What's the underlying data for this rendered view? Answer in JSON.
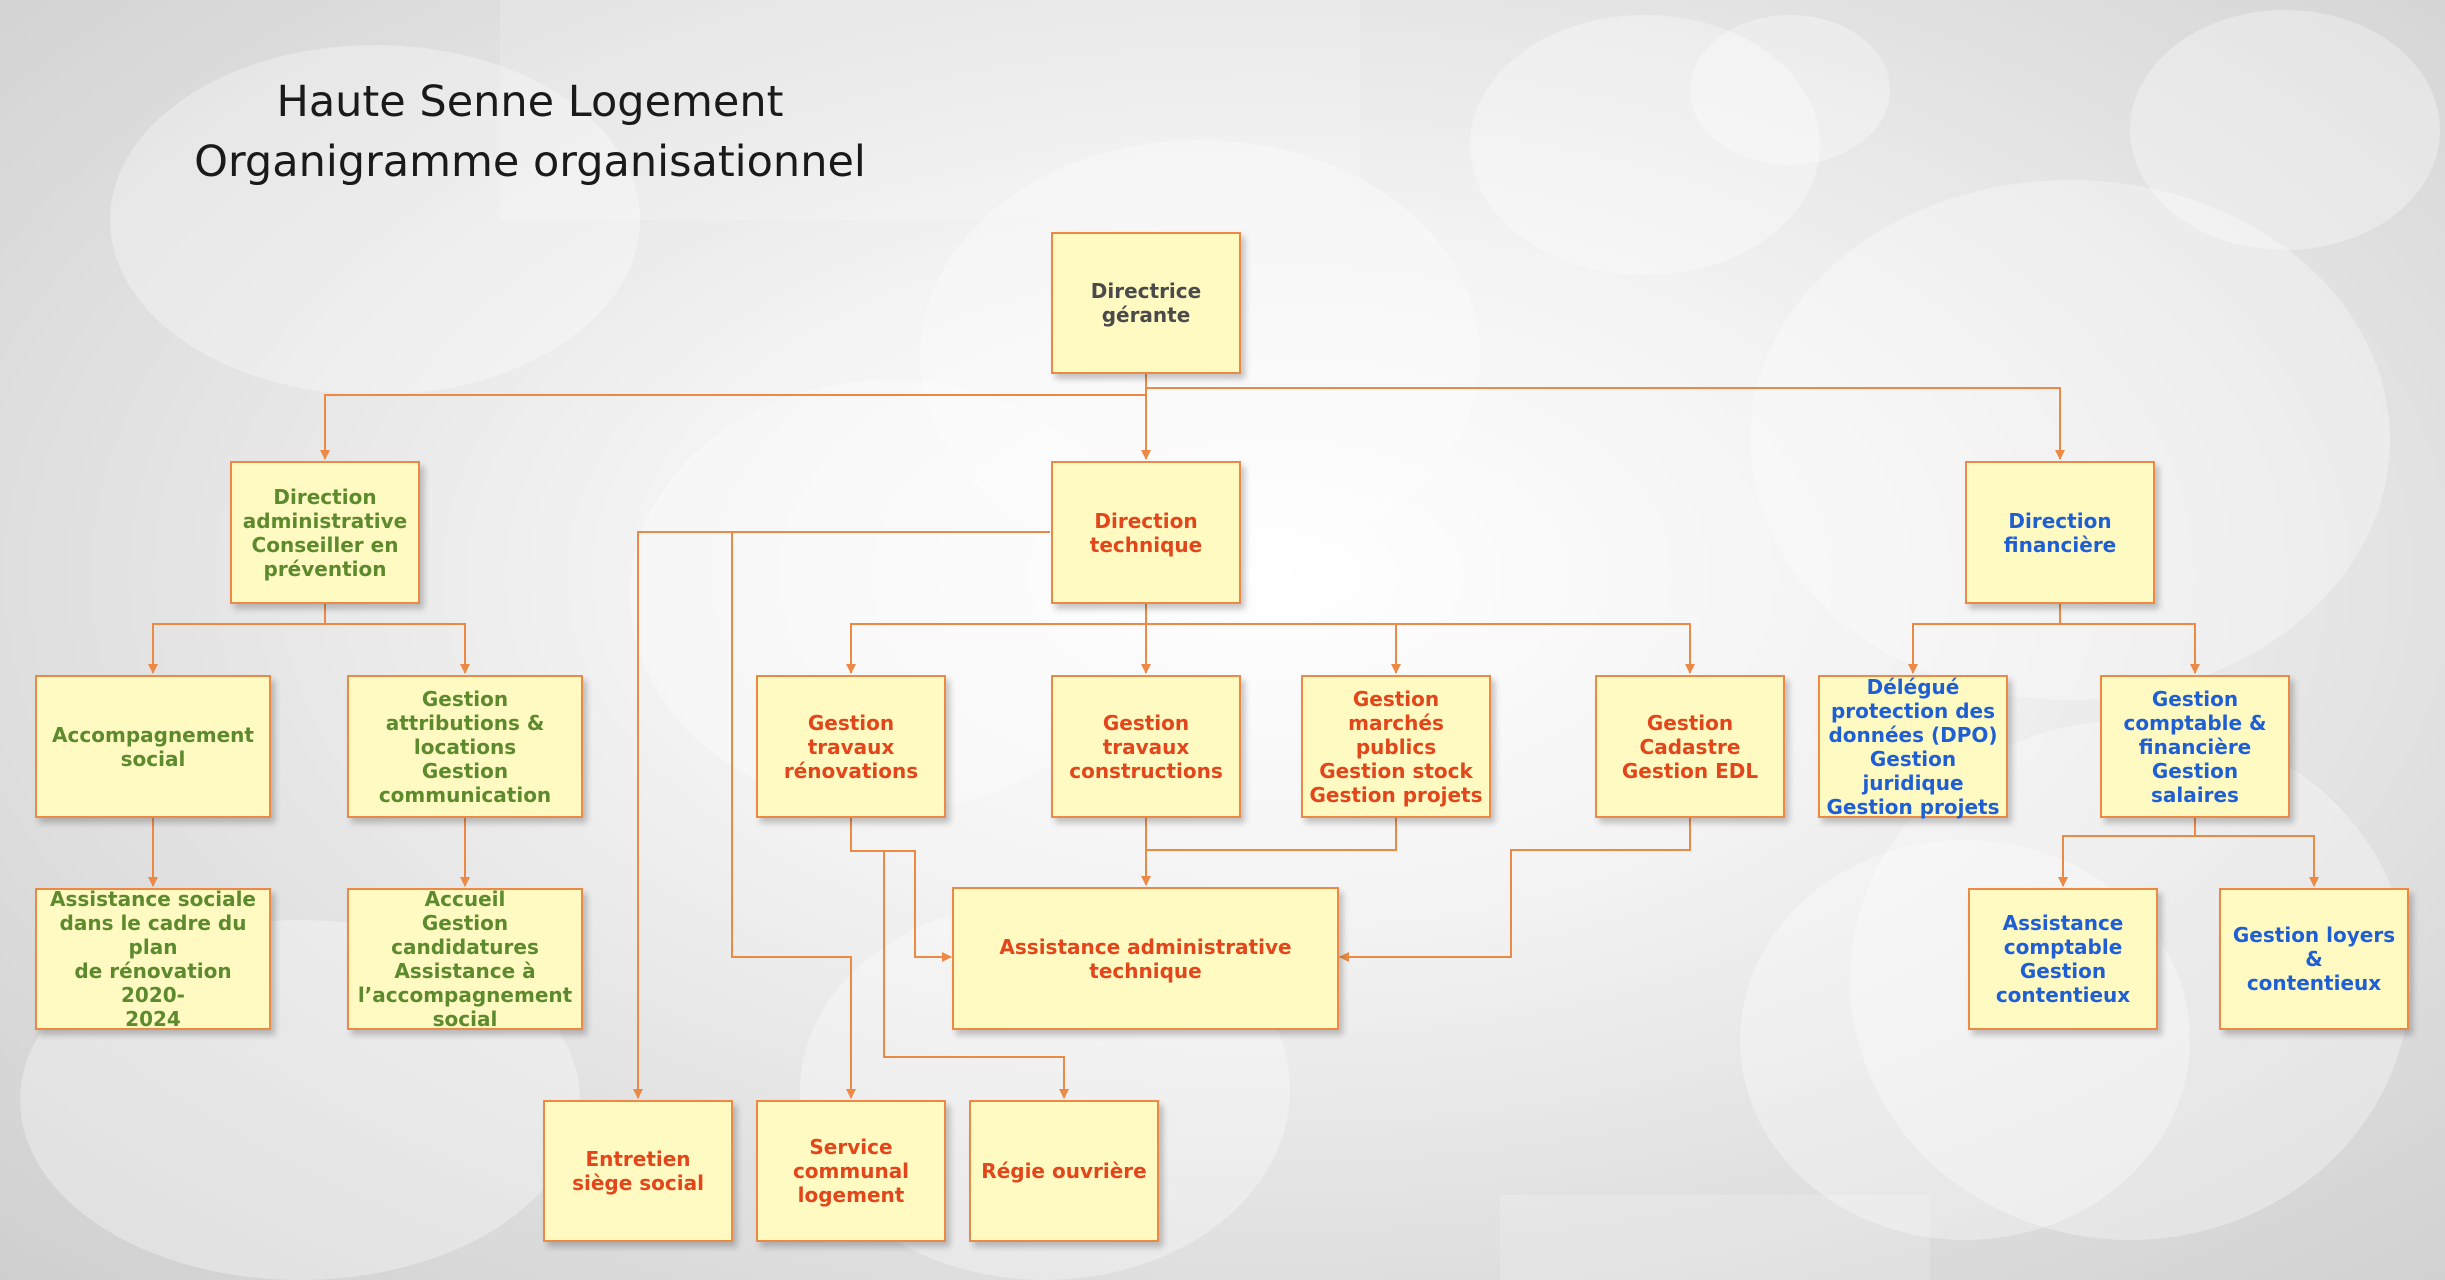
{
  "title": {
    "line1": "Haute Senne Logement",
    "line2": "Organigramme organisationnel"
  },
  "colors": {
    "box_fill": "#fff9c2",
    "box_border": "#ec8a45",
    "connector": "#ec8a45",
    "head_text": "#4a4a4a",
    "administrative_text": "#5c8a2d",
    "technique_text": "#e2461a",
    "financiere_text": "#1f5fd6"
  },
  "nodes": {
    "directrice": "Directrice gérante",
    "dir_admin": "Direction\nadministrative\nConseiller en\nprévention",
    "dir_tech": "Direction\ntechnique",
    "dir_fin": "Direction\nfinancière",
    "accompagnement": "Accompagnement\nsocial",
    "attributions": "Gestion attributions &\nlocations\nGestion\ncommunication",
    "assistance_sociale": "Assistance sociale\ndans le cadre du plan\nde rénovation 2020-\n2024",
    "accueil": "Accueil\nGestion candidatures\nAssistance à\nl’accompagnement\nsocial",
    "travaux_renov": "Gestion travaux\nrénovations",
    "travaux_constr": "Gestion travaux\nconstructions",
    "marches": "Gestion\nmarchés publics\nGestion stock\nGestion projets",
    "cadastre": "Gestion\nCadastre\nGestion EDL",
    "assistance_admin_tech": "Assistance administrative\ntechnique",
    "entretien": "Entretien\nsiège social",
    "service_communal": "Service\ncommunal\nlogement",
    "regie": "Régie ouvrière",
    "dpo": "Délégué\nprotection des\ndonnées (DPO)\nGestion juridique\nGestion projets",
    "comptable": "Gestion\ncomptable &\nfinancière\nGestion salaires",
    "assistance_comptable": "Assistance\ncomptable\nGestion\ncontentieux",
    "loyers": "Gestion loyers\n&\ncontentieux"
  }
}
